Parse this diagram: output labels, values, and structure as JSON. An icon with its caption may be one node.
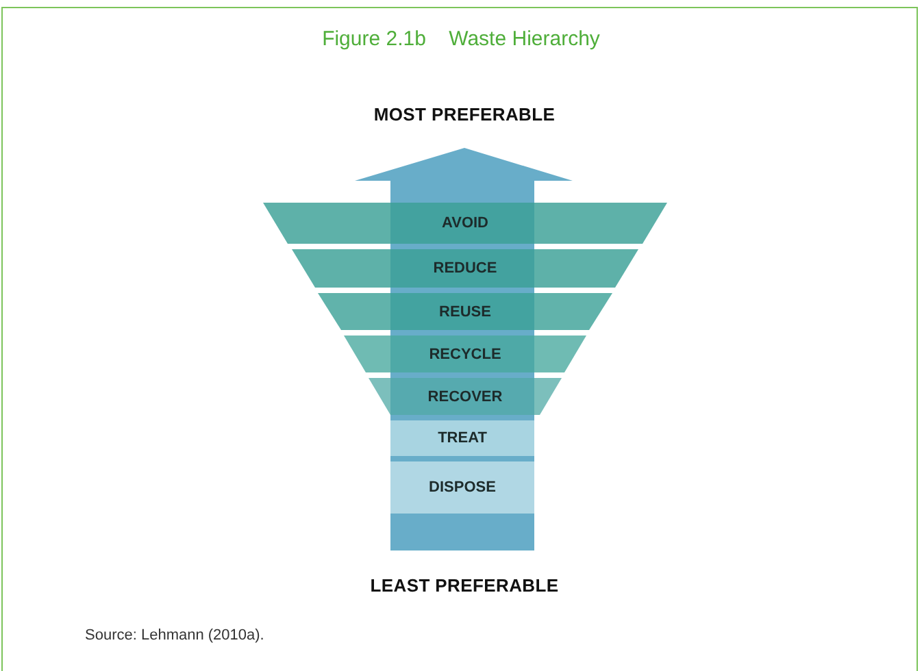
{
  "diagram": {
    "title": "Figure 2.1b    Waste Hierarchy",
    "caption": "Source: Lehmann (2010a).",
    "nodes": [
      {
        "text": [
          "AVOID"
        ]
      },
      {
        "text": [
          "REDUCE"
        ]
      },
      {
        "text": [
          "REUSE"
        ]
      },
      {
        "text": [
          "RECYCLE"
        ]
      },
      {
        "text": [
          "RECOVER"
        ]
      },
      {
        "text": [
          "TREAT"
        ]
      },
      {
        "text": [
          "DISPOSE"
        ]
      }
    ],
    "labels": [
      "MOST PREFERABLE",
      "LEAST PREFERABLE"
    ]
  }
}
